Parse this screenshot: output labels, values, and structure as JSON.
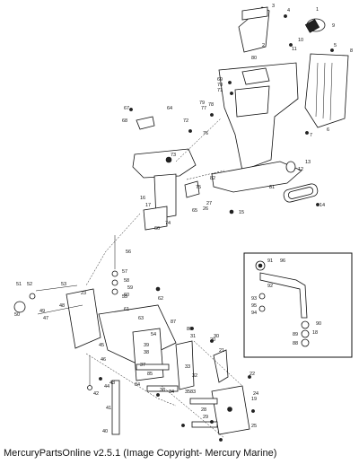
{
  "footer": {
    "text": "MercuryPartsOnline v2.5.1 (Image Copyright- Mercury Marine)"
  },
  "callouts": [
    "1",
    "2",
    "3",
    "4",
    "5",
    "6",
    "7",
    "8",
    "9",
    "10",
    "11",
    "12",
    "13",
    "14",
    "15",
    "16",
    "17",
    "18",
    "19",
    "20",
    "21",
    "22",
    "23",
    "24",
    "25",
    "26",
    "27",
    "28",
    "29",
    "30",
    "31",
    "32",
    "33",
    "34",
    "35",
    "36",
    "37",
    "38",
    "39",
    "40",
    "41",
    "42",
    "43",
    "44",
    "45",
    "46",
    "47",
    "48",
    "49",
    "50",
    "51",
    "52",
    "53",
    "54",
    "55",
    "56",
    "57",
    "58",
    "59",
    "60",
    "61",
    "62",
    "63",
    "64",
    "65",
    "66",
    "67",
    "68",
    "69",
    "70",
    "71",
    "72",
    "73",
    "74",
    "75",
    "76",
    "77",
    "78",
    "79",
    "80",
    "81",
    "82",
    "83",
    "84",
    "85",
    "86",
    "87",
    "88",
    "89",
    "90",
    "91",
    "92",
    "93",
    "94",
    "95",
    "96"
  ],
  "colors": {
    "ink": "#111111",
    "paper": "#ffffff"
  }
}
